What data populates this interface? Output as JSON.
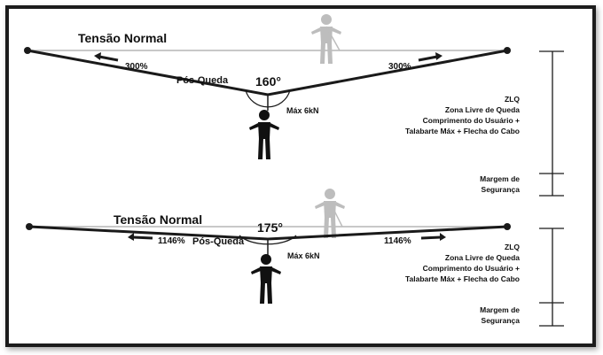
{
  "colors": {
    "line": "#1a1a1a",
    "normal_line": "#c8c8c8",
    "ghost_figure": "#bdbdbd",
    "worker": "#111111"
  },
  "panels": [
    {
      "normal_label": "Tensão Normal",
      "post_fall_label": "Pós-Queda",
      "angle_label": "160°",
      "left_pct": "300%",
      "right_pct": "300%",
      "max_label": "Máx 6kN",
      "zlq": {
        "abbr": "ZLQ",
        "line1": "Zona Livre de Queda",
        "line2": "Comprimento do Usuário +",
        "line3": "Talabarte Máx + Flecha do Cabo"
      },
      "margin": {
        "line1": "Margem de",
        "line2": "Segurança"
      }
    },
    {
      "normal_label": "Tensão Normal",
      "post_fall_label": "Pós-Queda",
      "angle_label": "175°",
      "left_pct": "1146%",
      "right_pct": "1146%",
      "max_label": "Máx 6kN",
      "zlq": {
        "abbr": "ZLQ",
        "line1": "Zona Livre de Queda",
        "line2": "Comprimento do Usuário +",
        "line3": "Talabarte Máx + Flecha do Cabo"
      },
      "margin": {
        "line1": "Margem de",
        "line2": "Segurança"
      }
    }
  ]
}
